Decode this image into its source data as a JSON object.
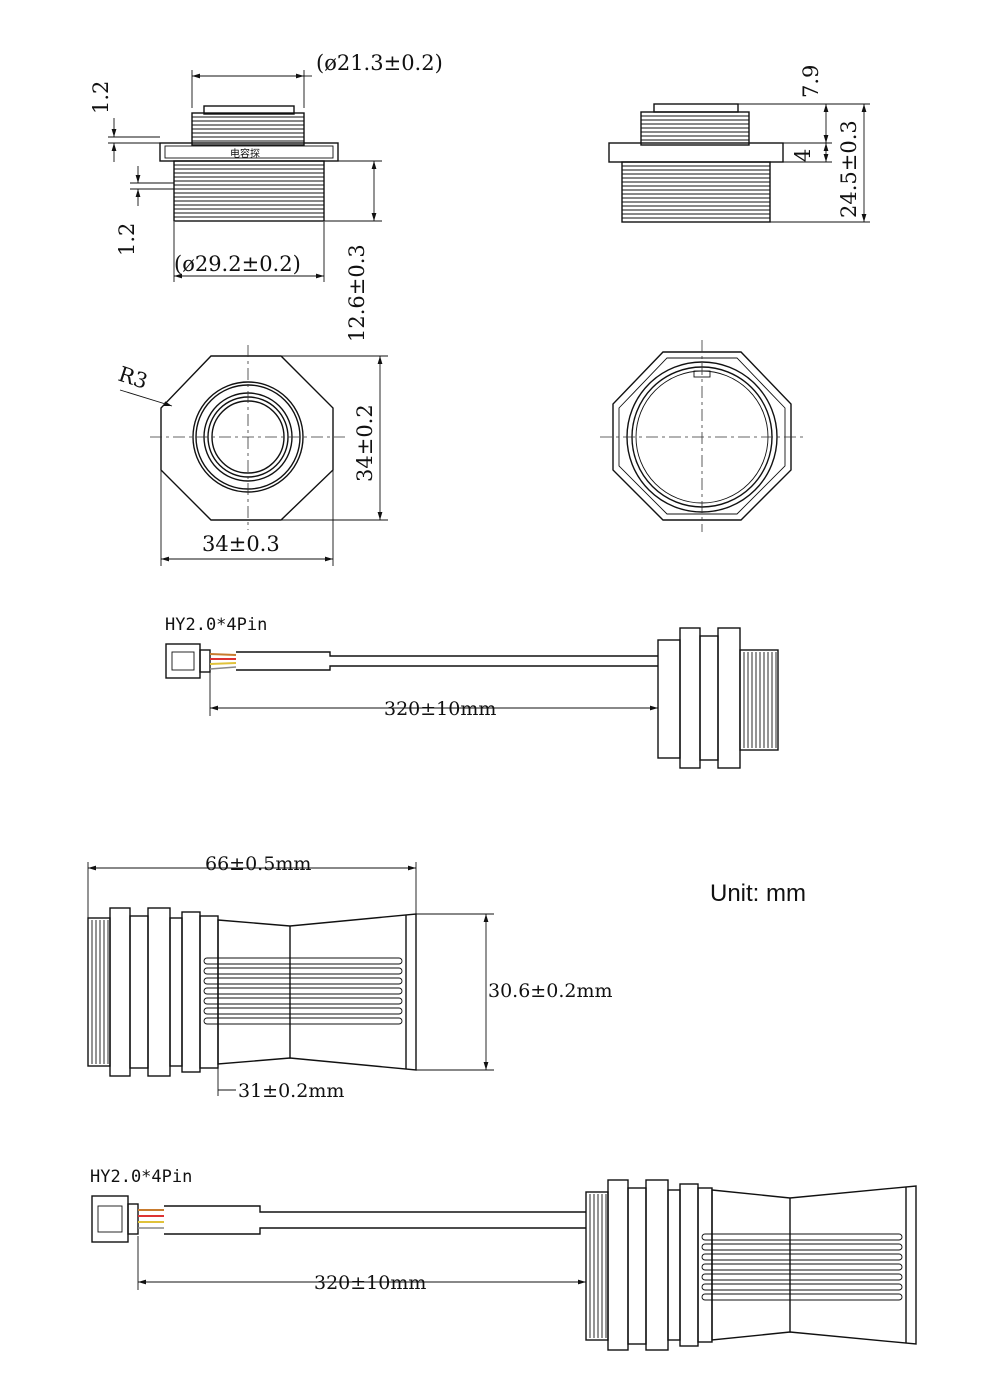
{
  "unit_note": "Unit: mm",
  "top_left": {
    "dia_top": "(ø21.3±0.2)",
    "dia_bottom": "(ø29.2±0.2)",
    "thick_upper": "1.2",
    "thick_lower": "1.2",
    "height": "12.6±0.3",
    "nut_text": "电容探"
  },
  "top_right": {
    "dim_top": "7.9",
    "dim_mid": "4",
    "dim_total": "24.5±0.3"
  },
  "hex_view": {
    "radius": "R3",
    "height": "34±0.2",
    "width": "34±0.3"
  },
  "cable1": {
    "connector": "HY2.0*4Pin",
    "length": "320±10mm"
  },
  "horn": {
    "length": "66±0.5mm",
    "dia_big": "30.6±0.2mm",
    "dia_small": "31±0.2mm"
  },
  "cable2": {
    "connector": "HY2.0*4Pin",
    "length": "320±10mm"
  }
}
